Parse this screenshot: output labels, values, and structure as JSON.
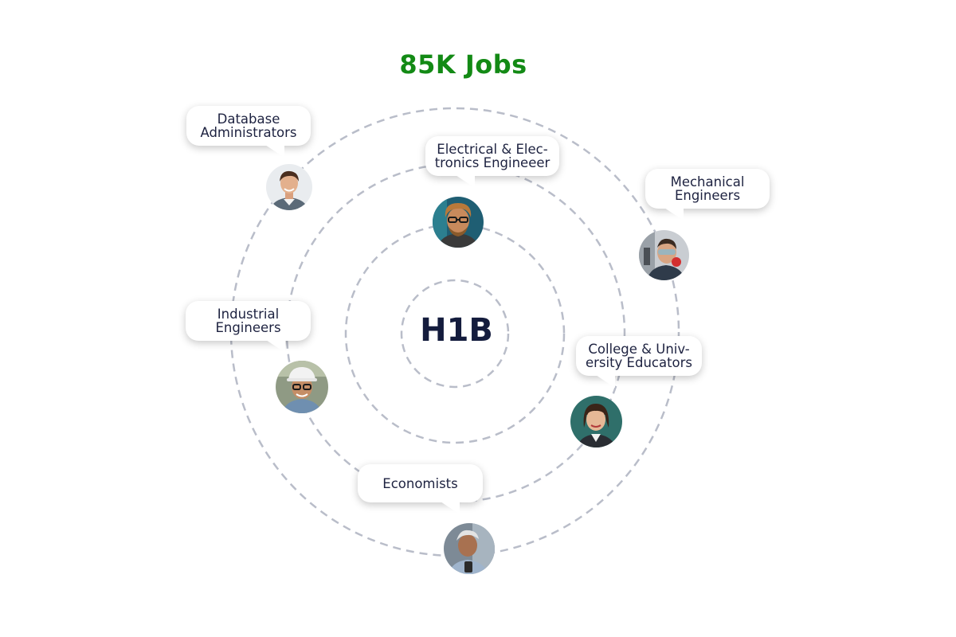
{
  "title": "85K Jobs",
  "center_label": "H1B",
  "colors": {
    "title": "#138a15",
    "center": "#141c3d",
    "orbit_dash": "#b9bdc9",
    "bubble_text": "#1d2240"
  },
  "occupations": [
    {
      "line1": "Database",
      "line2": "Administrators",
      "icon": "person-photo"
    },
    {
      "line1": "Electrical & Elec-",
      "line2": "tronics Engineeer",
      "icon": "person-photo"
    },
    {
      "line1": "Mechanical",
      "line2": "Engineers",
      "icon": "person-photo"
    },
    {
      "line1": "Industrial",
      "line2": "Engineers",
      "icon": "person-photo"
    },
    {
      "line1": "College & Univ-",
      "line2": "ersity Educators",
      "icon": "person-photo"
    },
    {
      "line1": "Economists",
      "line2": "",
      "icon": "person-photo"
    }
  ]
}
